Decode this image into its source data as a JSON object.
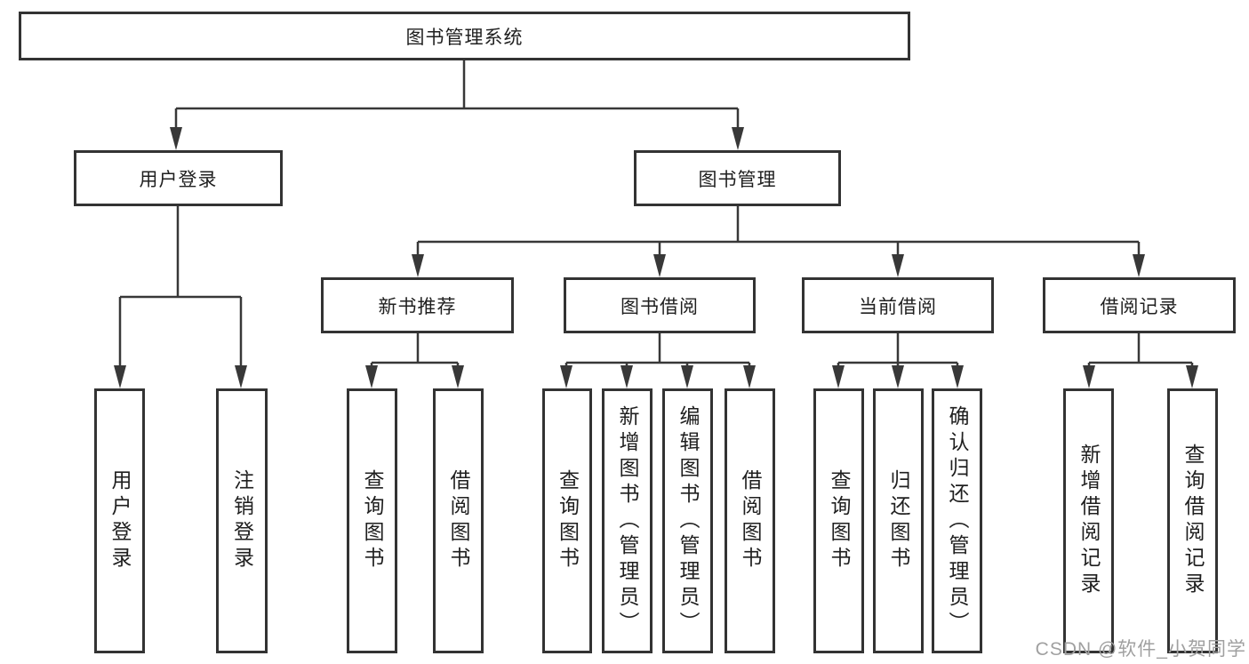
{
  "tree": {
    "root": "图书管理系统",
    "children": [
      {
        "label": "用户登录",
        "children": [
          "用户登录",
          "注销登录"
        ]
      },
      {
        "label": "图书管理",
        "children": [
          {
            "label": "新书推荐",
            "children": [
              "查询图书",
              "借阅图书"
            ]
          },
          {
            "label": "图书借阅",
            "children": [
              "查询图书",
              "新增图书（管理员）",
              "编辑图书（管理员）",
              "借阅图书"
            ]
          },
          {
            "label": "当前借阅",
            "children": [
              "查询图书",
              "归还图书",
              "确认归还（管理员）"
            ]
          },
          {
            "label": "借阅记录",
            "children": [
              "新增借阅记录",
              "查询借阅记录"
            ]
          }
        ]
      }
    ]
  },
  "watermark": {
    "text": "CSDN @软件_小贺同学"
  },
  "colors": {
    "background": "#ffffff",
    "box_border": "#333333",
    "line": "#383838",
    "text": "#1f1f1f",
    "watermark": "#a0a0a0"
  }
}
